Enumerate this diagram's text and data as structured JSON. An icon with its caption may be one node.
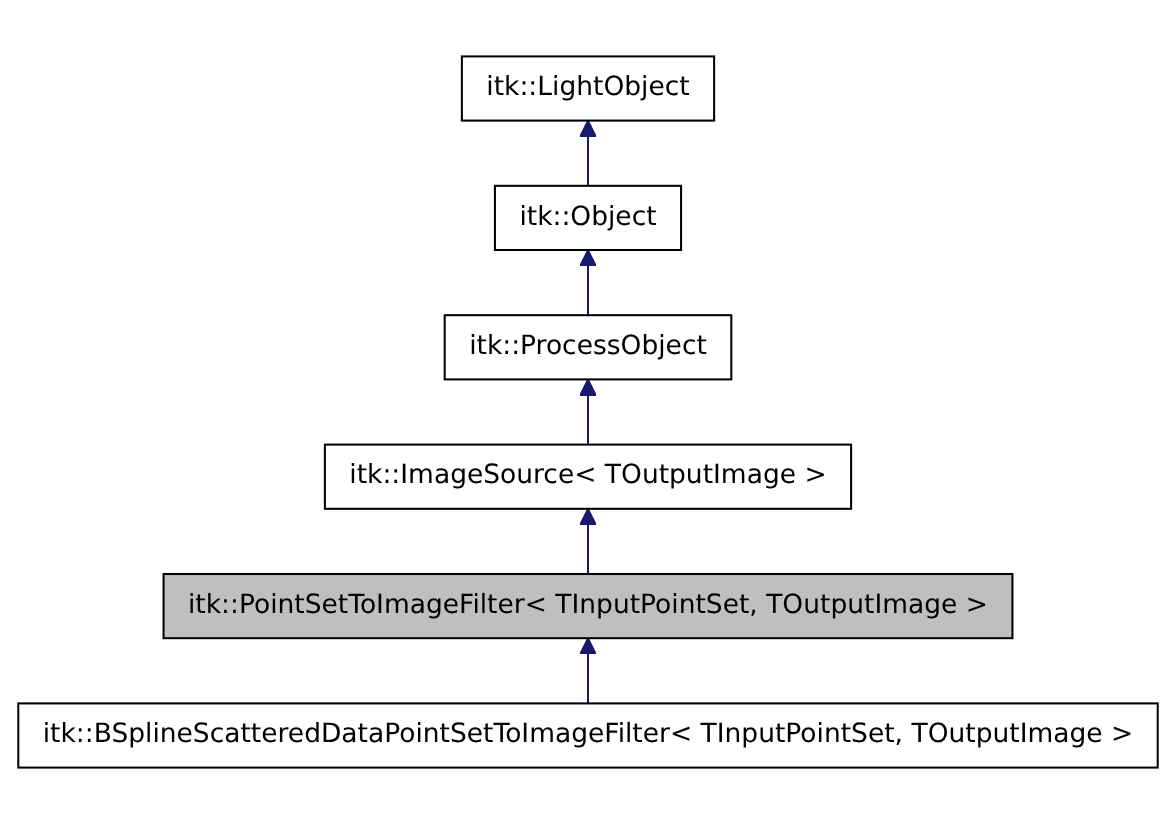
{
  "diagram": {
    "nodes": [
      {
        "text": [
          "itk::LightObject"
        ]
      },
      {
        "text": [
          "itk::Object"
        ]
      },
      {
        "text": [
          "itk::ProcessObject"
        ]
      },
      {
        "text": [
          "itk::ImageSource< TOutputImage >"
        ]
      },
      {
        "text": [
          "itk::PointSetToImageFilter< TInputPointSet, TOutputImage >"
        ]
      },
      {
        "text": [
          "itk::BSplineScatteredDataPointSetToImageFilter< TInputPointSet, TOutputImage >"
        ]
      }
    ],
    "edges": [
      {
        "from": 1,
        "to": 0,
        "arrow": "to"
      },
      {
        "from": 2,
        "to": 1,
        "arrow": "to"
      },
      {
        "from": 3,
        "to": 2,
        "arrow": "to"
      },
      {
        "from": 4,
        "to": 3,
        "arrow": "to"
      },
      {
        "from": 5,
        "to": 4,
        "arrow": "to"
      }
    ]
  }
}
